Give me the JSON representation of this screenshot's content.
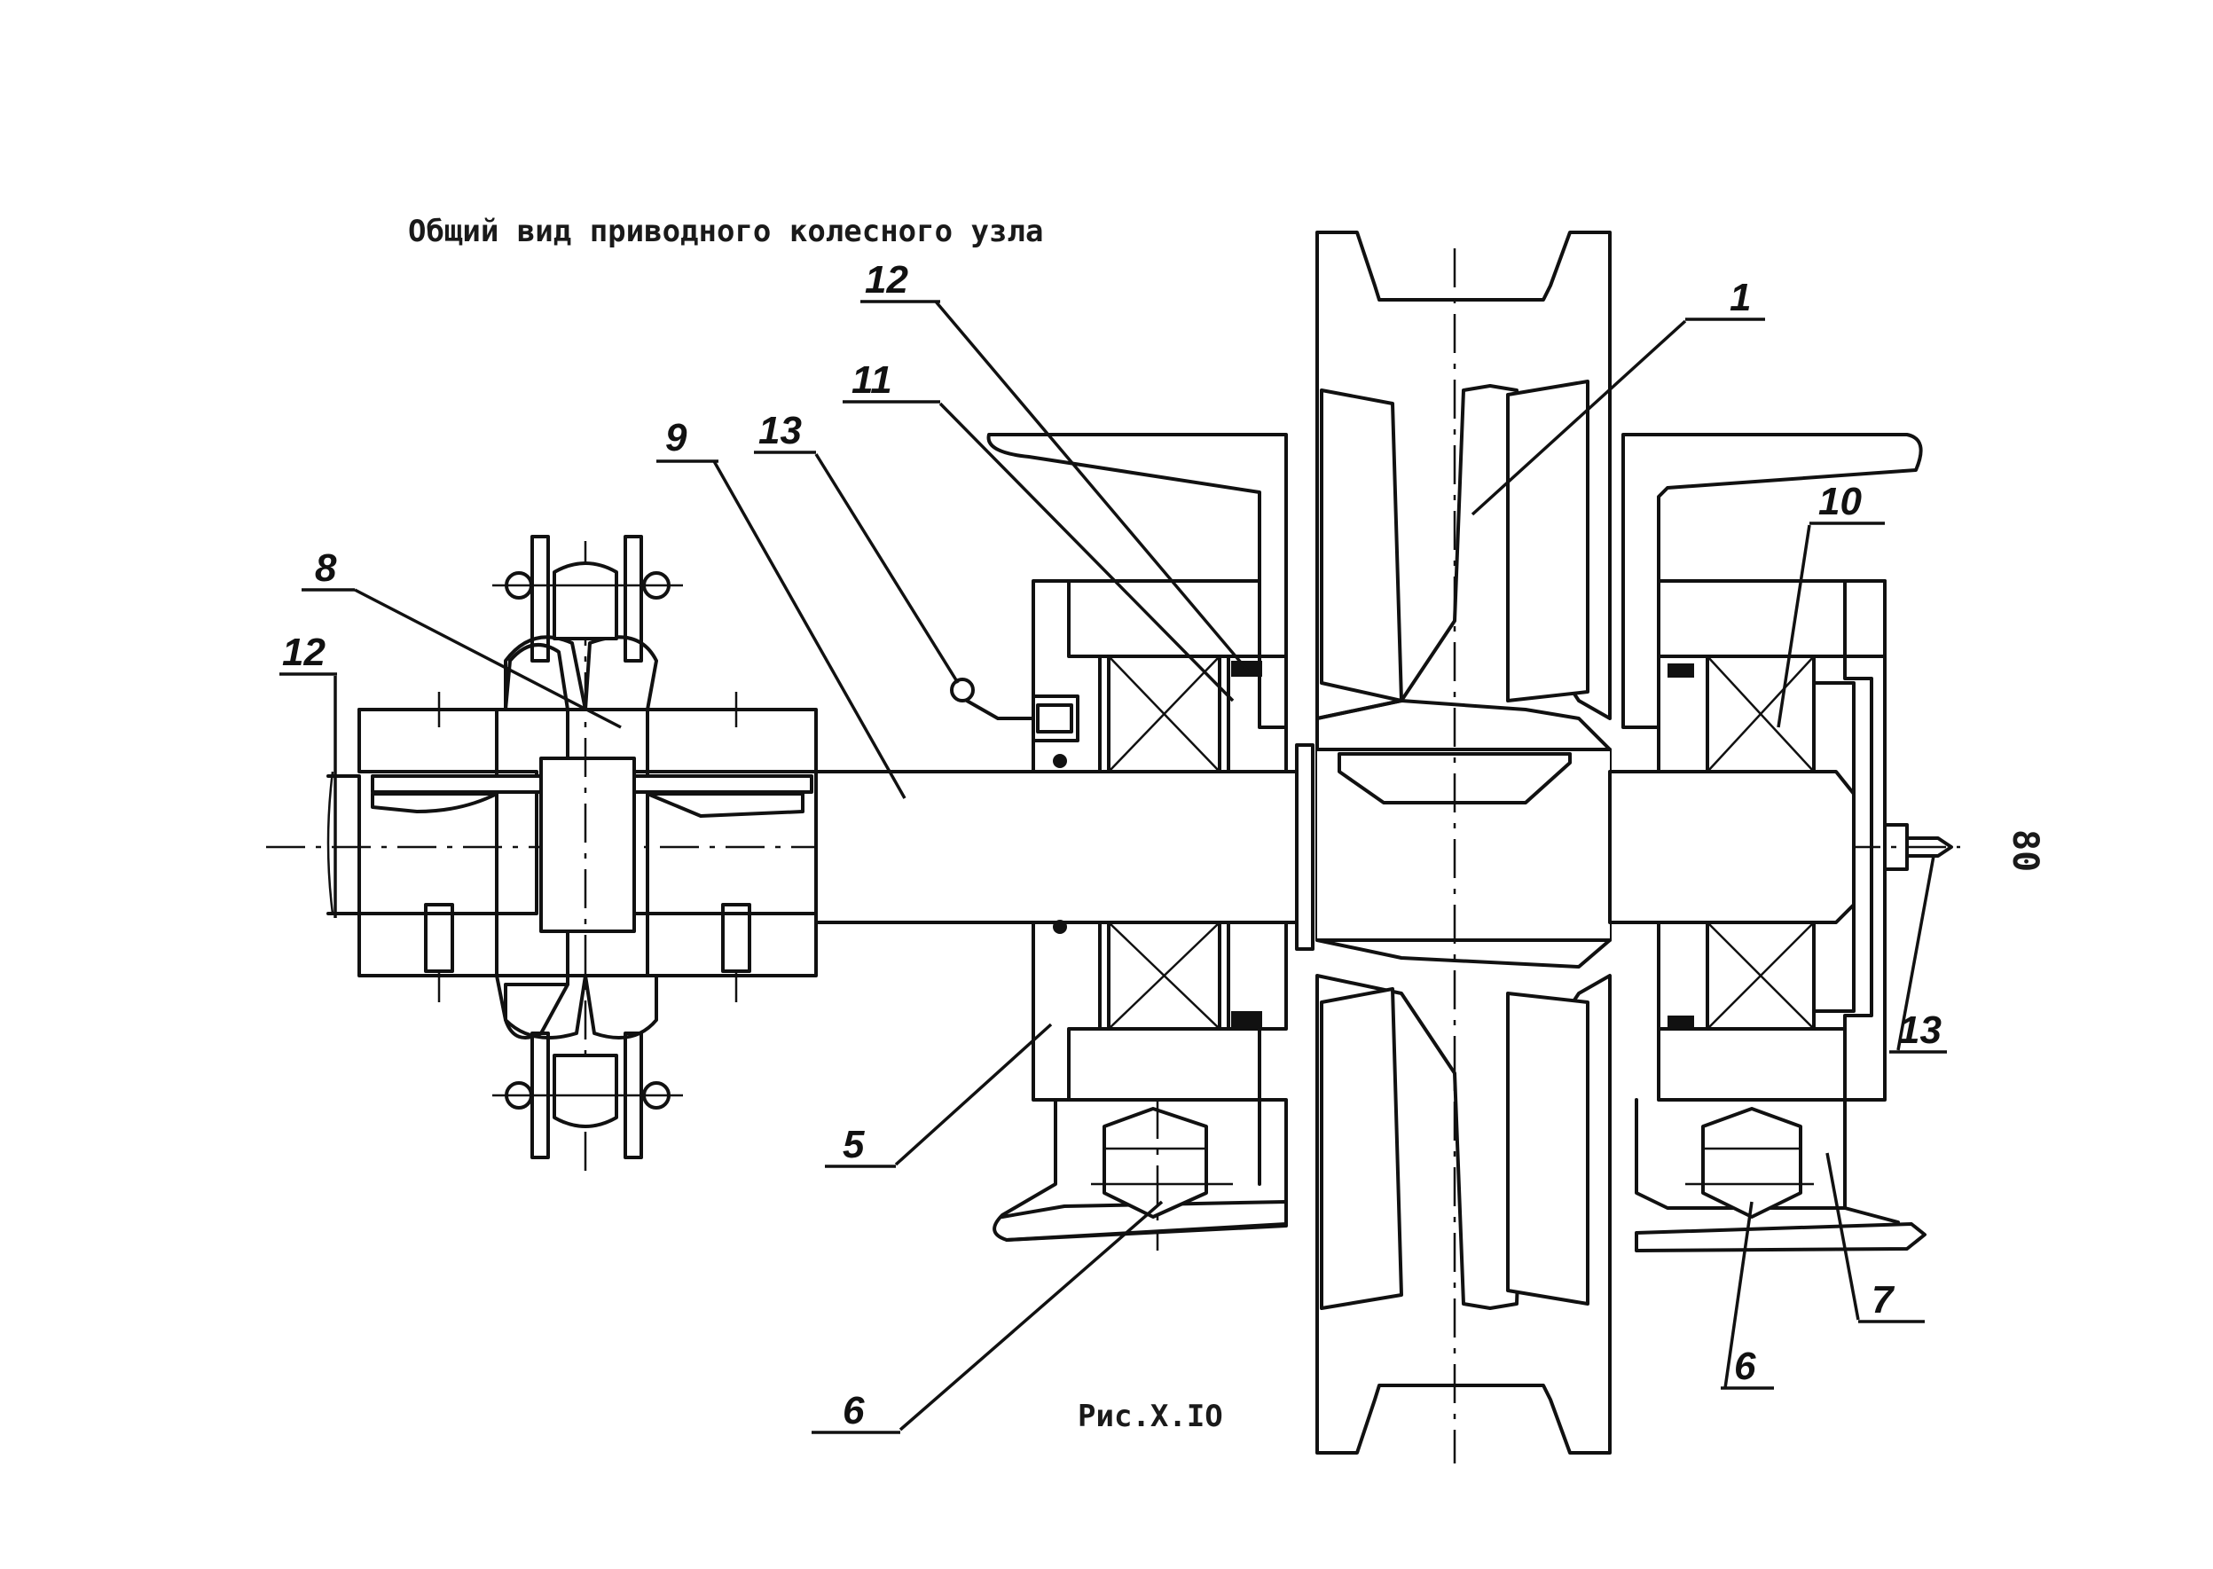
{
  "title": "Общий вид приводного колесного узла",
  "figure_caption": "Рис.Х.IO",
  "page_number": "80",
  "callouts": {
    "c1": "1",
    "c5": "5",
    "c6a": "6",
    "c6b": "6",
    "c7": "7",
    "c8": "8",
    "c9": "9",
    "c10": "10",
    "c11": "11",
    "c12a": "12",
    "c12b": "12",
    "c13a": "13",
    "c13b": "13"
  }
}
